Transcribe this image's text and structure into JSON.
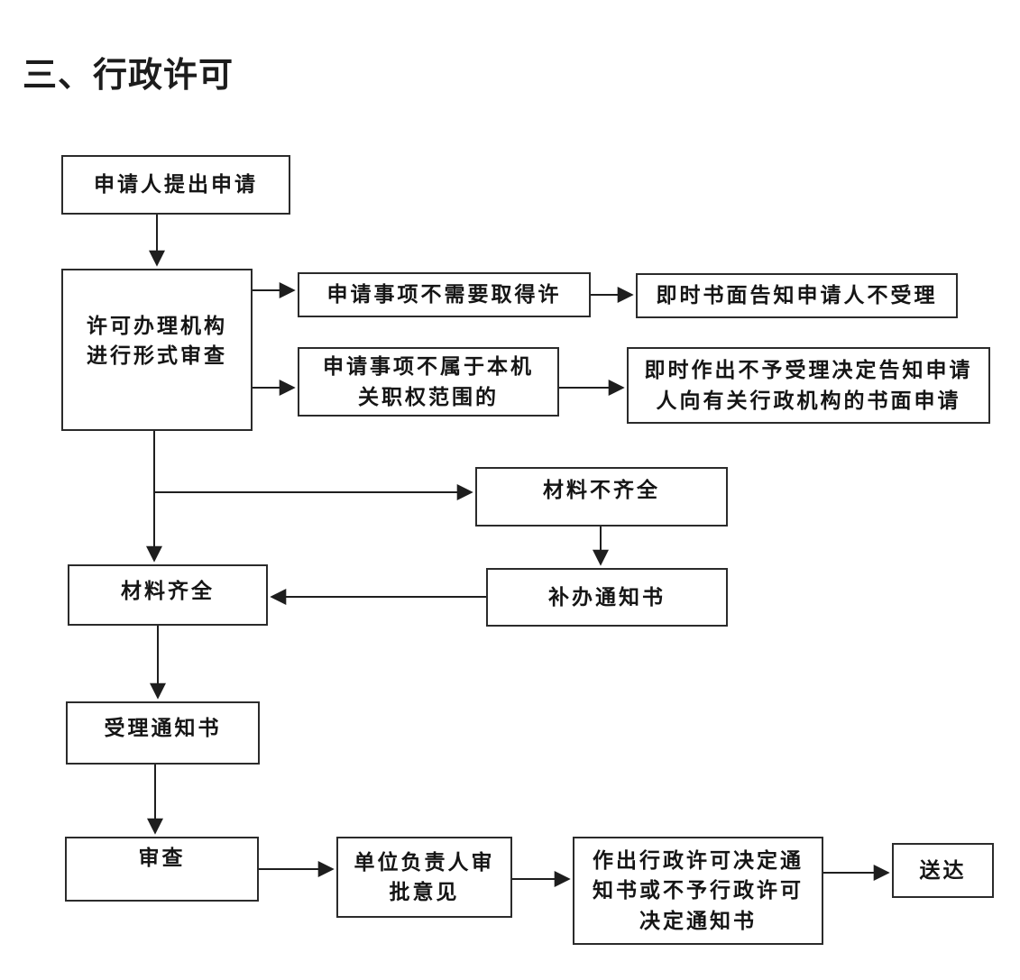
{
  "page": {
    "title": "三、行政许可"
  },
  "colors": {
    "background": "#ffffff",
    "box_border": "#2b2b2b",
    "text": "#151515",
    "arrow": "#1e1e1e"
  },
  "diagram": {
    "nodes": [
      {
        "id": "apply",
        "label": "申请人提出申请"
      },
      {
        "id": "formal-review",
        "label": "许可办理机构\n进行形式审查"
      },
      {
        "id": "no-license-needed",
        "label": "申请事项不需要取得许"
      },
      {
        "id": "written-notice-no-accept",
        "label": "即时书面告知申请人不受理"
      },
      {
        "id": "not-jurisdiction",
        "label": "申请事项不属于本机\n关职权范围的"
      },
      {
        "id": "reject-decision-notice",
        "label": "即时作出不予受理决定告知申请\n人向有关行政机构的书面申请"
      },
      {
        "id": "materials-incomplete",
        "label": "材料不齐全"
      },
      {
        "id": "materials-complete",
        "label": "材料齐全"
      },
      {
        "id": "supplement-notice",
        "label": "补办通知书"
      },
      {
        "id": "acceptance-notice",
        "label": "受理通知书"
      },
      {
        "id": "examination",
        "label": "审查"
      },
      {
        "id": "supervisor-approval",
        "label": "单位负责人审\n批意见"
      },
      {
        "id": "license-decision",
        "label": "作出行政许可决定通\n知书或不予行政许可\n决定通知书"
      },
      {
        "id": "delivery",
        "label": "送达"
      }
    ],
    "edges": [
      {
        "from": "apply",
        "to": "formal-review"
      },
      {
        "from": "formal-review",
        "to": "no-license-needed"
      },
      {
        "from": "formal-review",
        "to": "not-jurisdiction"
      },
      {
        "from": "no-license-needed",
        "to": "written-notice-no-accept"
      },
      {
        "from": "not-jurisdiction",
        "to": "reject-decision-notice"
      },
      {
        "from": "formal-review",
        "to": "materials-complete"
      },
      {
        "from": "formal-review",
        "to": "materials-incomplete"
      },
      {
        "from": "materials-incomplete",
        "to": "supplement-notice"
      },
      {
        "from": "supplement-notice",
        "to": "materials-complete"
      },
      {
        "from": "materials-complete",
        "to": "acceptance-notice"
      },
      {
        "from": "acceptance-notice",
        "to": "examination"
      },
      {
        "from": "examination",
        "to": "supervisor-approval"
      },
      {
        "from": "supervisor-approval",
        "to": "license-decision"
      },
      {
        "from": "license-decision",
        "to": "delivery"
      }
    ]
  }
}
